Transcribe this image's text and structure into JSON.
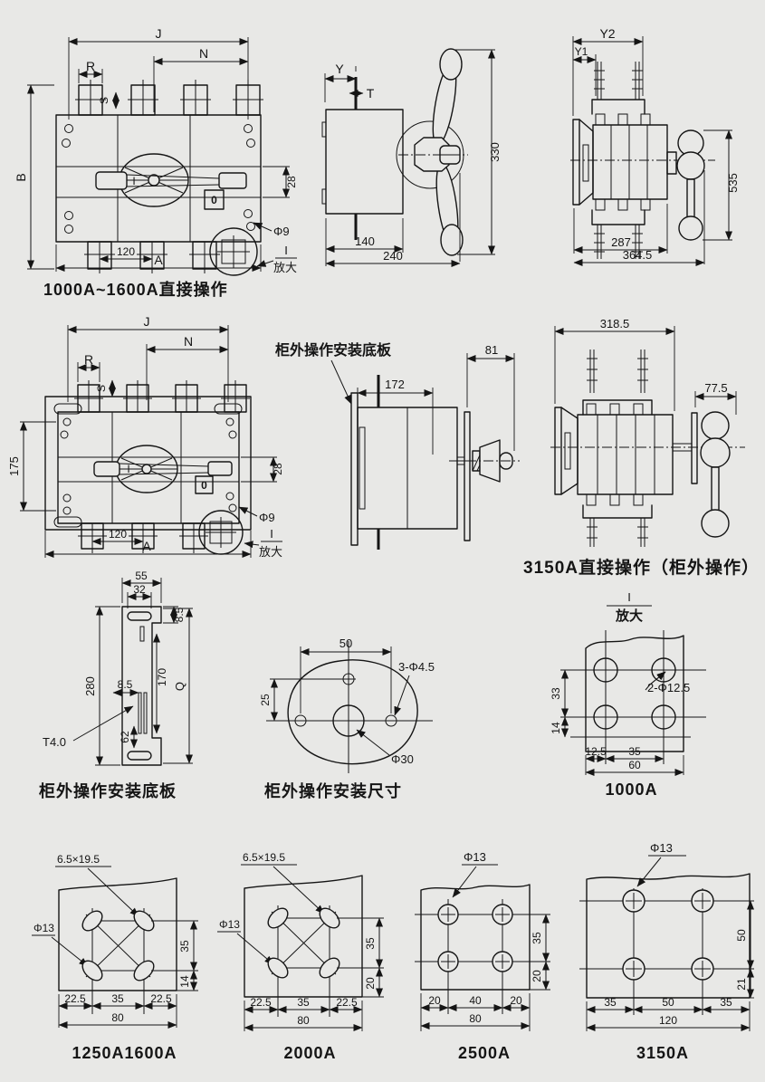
{
  "page": {
    "background": "#e8e8e6",
    "ink": "#151515"
  },
  "fig_front_direct": {
    "caption": "1000A~1600A直接操作",
    "dim_J": "J",
    "dim_N": "N",
    "dim_R": "R",
    "dim_S": "S",
    "dim_B": "B",
    "dim_28": "28",
    "dim_120": "120",
    "dim_A": "A",
    "hole_label": "Φ9",
    "detail_ref": "I",
    "detail_word": "放大",
    "pos_on": "I",
    "pos_off": "0"
  },
  "fig_side_handle": {
    "dim_Y": "Y",
    "dim_T": "T",
    "dim_330": "330",
    "dim_140": "140",
    "dim_240": "240"
  },
  "fig_top_direct": {
    "dim_Y2": "Y2",
    "dim_Y1": "Y1",
    "dim_535": "535",
    "dim_287": "287",
    "dim_364_5": "364.5"
  },
  "fig_front_ext": {
    "dim_J": "J",
    "dim_N": "N",
    "dim_R": "R",
    "dim_S": "S",
    "dim_175": "175",
    "dim_28": "28",
    "dim_120": "120",
    "dim_A": "A",
    "hole_label": "Φ9",
    "detail_ref": "I",
    "detail_word": "放大",
    "pos_on": "I",
    "pos_off": "0"
  },
  "fig_side_ext": {
    "plate_label": "柜外操作安装底板",
    "dim_172": "172",
    "dim_81": "81"
  },
  "fig_top_ext": {
    "caption": "3150A直接操作（柜外操作）",
    "dim_318_5": "318.5",
    "dim_77_5": "77.5"
  },
  "fig_plate_detail": {
    "caption": "柜外操作安装底板",
    "dim_55": "55",
    "dim_32": "32",
    "dim_8_5_top": "8.5",
    "dim_280": "280",
    "dim_8_5_mid": "8.5",
    "dim_170": "170",
    "dim_Q": "Q",
    "dim_62": "62",
    "thickness_label": "T4.0"
  },
  "fig_mount_size": {
    "caption": "柜外操作安装尺寸",
    "dim_50": "50",
    "dim_25": "25",
    "holes_label": "3-Φ4.5",
    "center_label": "Φ30"
  },
  "fig_1000": {
    "caption": "1000A",
    "detail_ref": "I",
    "detail_word": "放大",
    "dim_33": "33",
    "dim_14": "14",
    "dim_12_5": "12.5",
    "dim_35": "35",
    "dim_60": "60",
    "holes_label": "2-Φ12.5"
  },
  "fig_1250_1600": {
    "caption": "1250A1600A",
    "slot_label": "6.5×19.5",
    "hole_label": "Φ13",
    "dim_v1": "35",
    "dim_v2": "14",
    "dim_b1": "22.5",
    "dim_b2": "35",
    "dim_b3": "22.5",
    "dim_total": "80"
  },
  "fig_2000": {
    "caption": "2000A",
    "slot_label": "6.5×19.5",
    "hole_label": "Φ13",
    "dim_v1": "35",
    "dim_v2": "20",
    "dim_b1": "22.5",
    "dim_b2": "35",
    "dim_b3": "22.5",
    "dim_total": "80"
  },
  "fig_2500": {
    "caption": "2500A",
    "hole_label": "Φ13",
    "dim_v1": "35",
    "dim_v2": "20",
    "dim_b1": "20",
    "dim_b2": "40",
    "dim_b3": "20",
    "dim_total": "80"
  },
  "fig_3150": {
    "caption": "3150A",
    "hole_label": "Φ13",
    "dim_v1": "50",
    "dim_v2": "21",
    "dim_b1": "35",
    "dim_b2": "50",
    "dim_b3": "35",
    "dim_total": "120"
  }
}
